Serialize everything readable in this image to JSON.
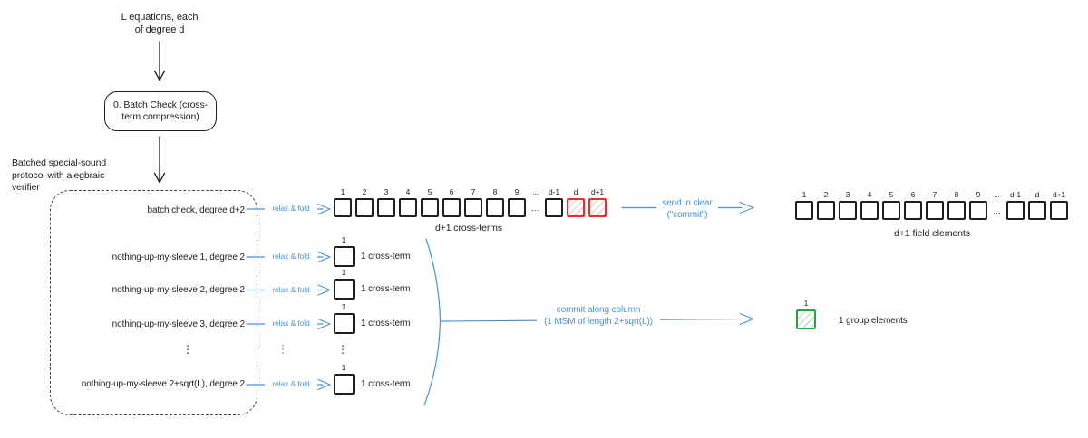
{
  "colors": {
    "ink": "#1e1e1e",
    "blue": "#4793d5",
    "red": "#e03131",
    "green": "#2f9e44"
  },
  "top_note": {
    "line1": "L equations, each",
    "line2": "of degree d"
  },
  "batch_check_box": {
    "line1": "0. Batch Check (cross-",
    "line2": "term compression)"
  },
  "outer_note": {
    "line1": "Batched special-sound",
    "line2": "protocol with alegbraic",
    "line3": "verifier"
  },
  "dashed_box_rows": {
    "row1": "batch check, degree d+2",
    "row2": "nothing-up-my-sleeve 1, degree 2",
    "row3": "nothing-up-my-sleeve 2, degree 2",
    "row4": "nothing-up-my-sleeve 3, degree 2",
    "row5": "nothing-up-my-sleeve 2+sqrt(L), degree 2",
    "ellipsis": "⋮"
  },
  "relax_fold": {
    "label": "relax & fold",
    "ellipsis": "⋮"
  },
  "cross_term_row": {
    "labels": [
      "1",
      "2",
      "3",
      "4",
      "5",
      "6",
      "7",
      "8",
      "9",
      "...",
      "d-1",
      "d",
      "d+1"
    ],
    "gap_dots": "...",
    "caption": "d+1 cross-terms"
  },
  "field_element_row": {
    "labels": [
      "1",
      "2",
      "3",
      "4",
      "5",
      "6",
      "7",
      "8",
      "9",
      "...",
      "d-1",
      "d",
      "d+1"
    ],
    "gap_dots": "...",
    "caption": "d+1 field elements"
  },
  "single_cross_terms": {
    "index_label": "1",
    "caption": "1 cross-term",
    "column_ellipsis": "⋮"
  },
  "send_arrow": {
    "line1": "send in clear",
    "line2": "(\"commit\")"
  },
  "commit_arrow": {
    "line1": "commit along column",
    "line2": "(1 MSM of length 2+sqrt(L))"
  },
  "group_element": {
    "index_label": "1",
    "caption": "1 group elements"
  }
}
